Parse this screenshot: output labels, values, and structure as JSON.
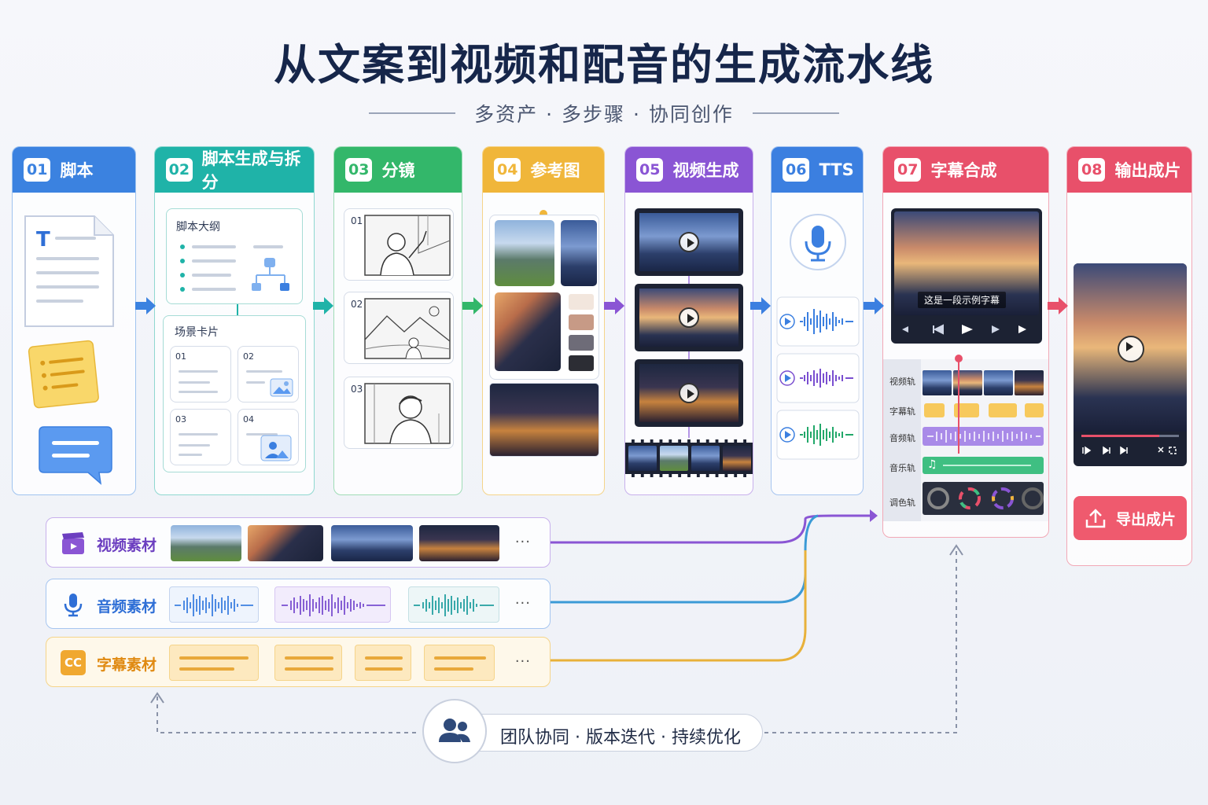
{
  "title": "从文案到视频和配音的生成流水线",
  "subtitle": "多资产 · 多步骤 · 协同创作",
  "stages": [
    {
      "num": "01",
      "label": "脚本",
      "color": "#3b82e0"
    },
    {
      "num": "02",
      "label": "脚本生成与拆分",
      "color": "#1fb3a8"
    },
    {
      "num": "03",
      "label": "分镜",
      "color": "#33b76a"
    },
    {
      "num": "04",
      "label": "参考图",
      "color": "#f0b63a"
    },
    {
      "num": "05",
      "label": "视频生成",
      "color": "#8a55d4"
    },
    {
      "num": "06",
      "label": "TTS",
      "color": "#3b7fe0"
    },
    {
      "num": "07",
      "label": "字幕合成",
      "color": "#e8506a"
    },
    {
      "num": "08",
      "label": "输出成片",
      "color": "#e8506a"
    }
  ],
  "stage2": {
    "outline_title": "脚本大纲",
    "scene_title": "场景卡片",
    "scenes": [
      "01",
      "02",
      "03",
      "04"
    ]
  },
  "stage3": {
    "frames": [
      "01",
      "02",
      "03"
    ]
  },
  "stage7": {
    "subtitle_sample": "这是一段示例字幕",
    "tracks": [
      "视频轨",
      "字幕轨",
      "音频轨",
      "音乐轨",
      "调色轨"
    ]
  },
  "stage8": {
    "export_label": "导出成片"
  },
  "assets": [
    {
      "label": "视频素材",
      "color": "#7a4fd0"
    },
    {
      "label": "音频素材",
      "color": "#2f6fd6"
    },
    {
      "label": "字幕素材",
      "color": "#e89a1f"
    }
  ],
  "assets_more": "···",
  "asset_cc": "CC",
  "collab": "团队协同 · 版本迭代 · 持续优化",
  "icons": [
    "document-icon",
    "sticky-note-icon",
    "chat-icon",
    "microphone-icon",
    "play-icon",
    "upload-icon",
    "team-icon",
    "clapperboard-icon",
    "music-note-icon"
  ]
}
